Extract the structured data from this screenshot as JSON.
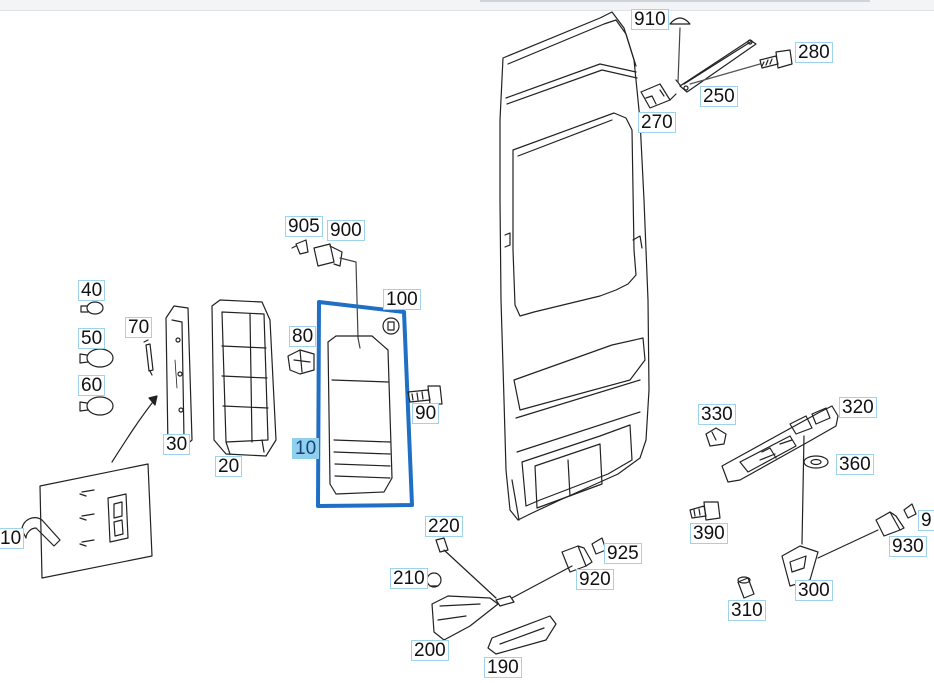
{
  "diagram": {
    "highlight_color": "#1f6fc4",
    "active_callout": "10",
    "callouts": [
      {
        "id": "c910",
        "text": "910"
      },
      {
        "id": "c280",
        "text": "280"
      },
      {
        "id": "c250",
        "text": "250"
      },
      {
        "id": "c270",
        "text": "270"
      },
      {
        "id": "c905",
        "text": "905"
      },
      {
        "id": "c900",
        "text": "900"
      },
      {
        "id": "c40",
        "text": "40"
      },
      {
        "id": "c70",
        "text": "70"
      },
      {
        "id": "c100",
        "text": "100"
      },
      {
        "id": "c80",
        "text": "80"
      },
      {
        "id": "c50",
        "text": "50"
      },
      {
        "id": "c60",
        "text": "60"
      },
      {
        "id": "c90",
        "text": "90"
      },
      {
        "id": "c330",
        "text": "330"
      },
      {
        "id": "c320",
        "text": "320"
      },
      {
        "id": "c30",
        "text": "30"
      },
      {
        "id": "c10",
        "text": "10"
      },
      {
        "id": "c360",
        "text": "360"
      },
      {
        "id": "c20",
        "text": "20"
      },
      {
        "id": "c390",
        "text": "390"
      },
      {
        "id": "c9",
        "text": "9"
      },
      {
        "id": "c10b",
        "text": "10"
      },
      {
        "id": "c220",
        "text": "220"
      },
      {
        "id": "c930",
        "text": "930"
      },
      {
        "id": "c925",
        "text": "925"
      },
      {
        "id": "c210",
        "text": "210"
      },
      {
        "id": "c920",
        "text": "920"
      },
      {
        "id": "c300",
        "text": "300"
      },
      {
        "id": "c310",
        "text": "310"
      },
      {
        "id": "c200",
        "text": "200"
      },
      {
        "id": "c190",
        "text": "190"
      }
    ]
  }
}
